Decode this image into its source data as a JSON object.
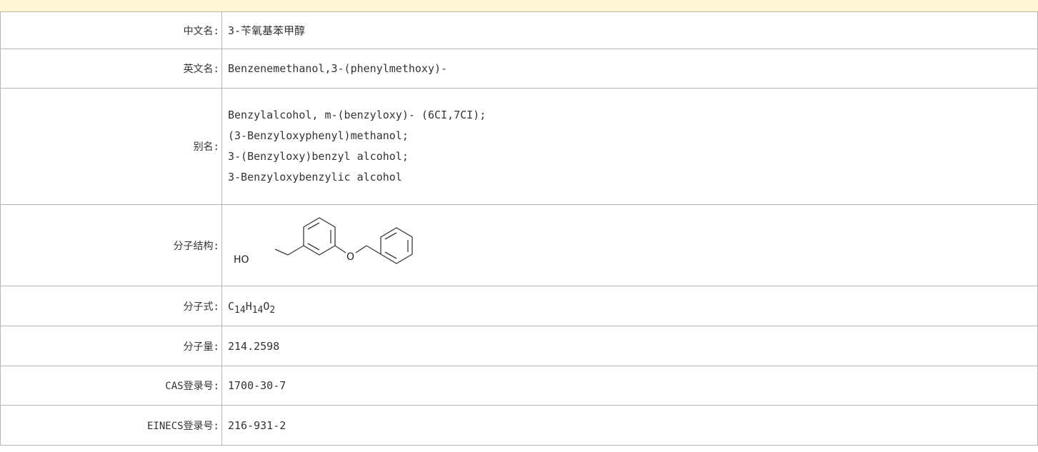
{
  "rows": {
    "cn_name": {
      "label": "中文名:",
      "value": "3-苄氧基苯甲醇"
    },
    "en_name": {
      "label": "英文名:",
      "value": "Benzenemethanol,3-(phenylmethoxy)-"
    },
    "aliases": {
      "label": "别名:",
      "values": [
        "Benzylalcohol, m-(benzyloxy)- (6CI,7CI);",
        "(3-Benzyloxyphenyl)methanol;",
        "3-(Benzyloxy)benzyl alcohol;",
        "3-Benzyloxybenzylic alcohol"
      ]
    },
    "structure": {
      "label": "分子结构:",
      "atoms": {
        "hydroxyl": "HO",
        "ether_oxygen": "O"
      }
    },
    "formula": {
      "label": "分子式:",
      "parts": [
        {
          "el": "C",
          "n": "14"
        },
        {
          "el": "H",
          "n": "14"
        },
        {
          "el": "O",
          "n": "2"
        }
      ]
    },
    "mol_weight": {
      "label": "分子量:",
      "value": "214.2598"
    },
    "cas": {
      "label": "CAS登录号:",
      "value": "1700-30-7"
    },
    "einecs": {
      "label": "EINECS登录号:",
      "value": "216-931-2"
    }
  }
}
